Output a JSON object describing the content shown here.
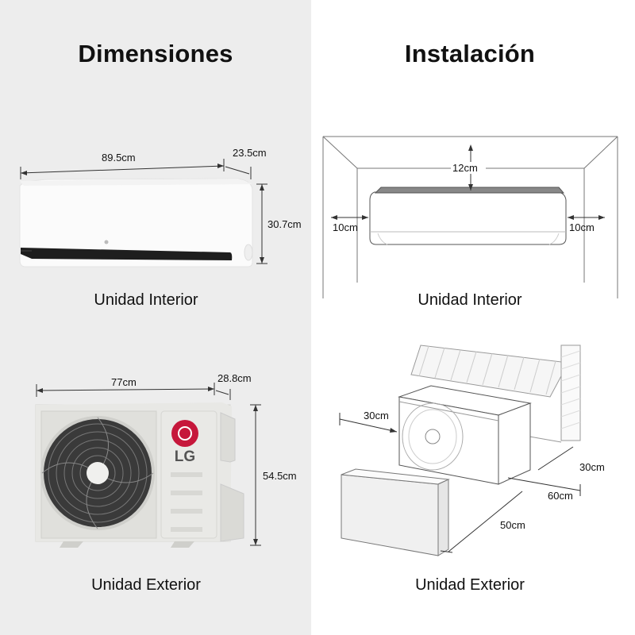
{
  "left": {
    "title": "Dimensiones",
    "indoor": {
      "caption": "Unidad Interior",
      "width": "89.5cm",
      "depth": "23.5cm",
      "height": "30.7cm"
    },
    "outdoor": {
      "caption": "Unidad Exterior",
      "width": "77cm",
      "depth": "28.8cm",
      "height": "54.5cm",
      "brand": "LG"
    }
  },
  "right": {
    "title": "Instalación",
    "indoor": {
      "caption": "Unidad Interior",
      "top_clearance": "12cm",
      "left_clearance": "10cm",
      "right_clearance": "10cm"
    },
    "outdoor": {
      "caption": "Unidad Exterior",
      "left_clearance": "30cm",
      "rear_clearance": "30cm",
      "right_clearance": "60cm",
      "front_clearance": "50cm"
    }
  },
  "colors": {
    "left_bg": "#ededed",
    "right_bg": "#ffffff",
    "lg_red": "#c6173b"
  }
}
